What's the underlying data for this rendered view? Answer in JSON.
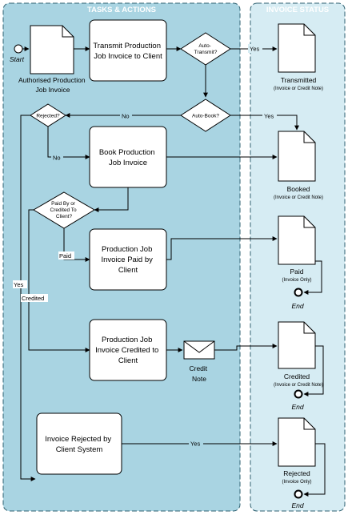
{
  "lanes": {
    "tasks_title": "TASKS & ACTIONS",
    "status_title": "INVOICE STATUS"
  },
  "nodes": {
    "start_label": "Start",
    "start_doc": [
      "Authorised Production",
      "Job Invoice"
    ],
    "transmit": [
      "Transmit Production",
      "Job Invoice to Client"
    ],
    "auto_transmit": [
      "Auto-",
      "Transmit?"
    ],
    "auto_book": "Auto-Book?",
    "rejected_q": "Rejected?",
    "book": [
      "Book Production",
      "Job Invoice"
    ],
    "paid_q": [
      "Paid By or",
      "Credited To",
      "Client?"
    ],
    "paid": [
      "Production Job",
      "Invoice Paid by",
      "Client"
    ],
    "credited": [
      "Production Job",
      "Invoice Credited to",
      "Client"
    ],
    "credit_note": [
      "Credit",
      "Note"
    ],
    "rejected_sys": [
      "Invoice Rejected by",
      "Client System"
    ]
  },
  "status": {
    "transmitted": "Transmitted",
    "transmitted_sub": "(Invoice or Credit Note)",
    "booked": "Booked",
    "booked_sub": "(Invoice or Credit Note)",
    "paid": "Paid",
    "paid_sub": "(Invoice Only)",
    "credited": "Credited",
    "credited_sub": "(Invoice or Credit Note)",
    "rejected": "Rejected",
    "rejected_sub": "(Invoice Only)",
    "end": "End"
  },
  "edges": {
    "yes": "Yes",
    "no": "No",
    "paid": "Paid",
    "credited": "Credited"
  },
  "colors": {
    "tasks_lane": "#a9d4e2",
    "status_lane": "#d6ecf3",
    "header": "#7fb9cc",
    "border": "#2e6070"
  }
}
